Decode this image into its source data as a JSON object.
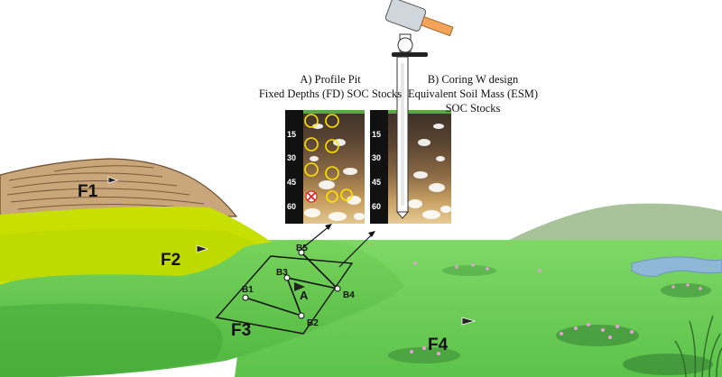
{
  "figure": {
    "panel_a": {
      "title_line1": "A) Profile Pit",
      "title_line2": "Fixed Depths (FD) SOC Stocks",
      "depths": [
        "15",
        "30",
        "45",
        "60"
      ]
    },
    "panel_b": {
      "title_line1": "B) Coring W design",
      "title_line2": "Equivalent Soil Mass (ESM)",
      "title_line3": "SOC Stocks",
      "depths": [
        "15",
        "30",
        "45",
        "60"
      ]
    },
    "fields": {
      "f1": "F1",
      "f2": "F2",
      "f3": "F3",
      "f4": "F4"
    },
    "sampling": {
      "center": "A",
      "points": [
        "B1",
        "B2",
        "B3",
        "B4",
        "B5"
      ]
    },
    "colors": {
      "sky": "#ffffff",
      "hill_f1": "#c9a77a",
      "field_f2": "#c8e000",
      "field_f3": "#5fc84a",
      "field_f4": "#6acf55",
      "far_hill": "#a9c49b",
      "water": "#8fb8d8",
      "hammer_head": "#cfd6dc",
      "hammer_handle": "#f3a45a"
    }
  }
}
